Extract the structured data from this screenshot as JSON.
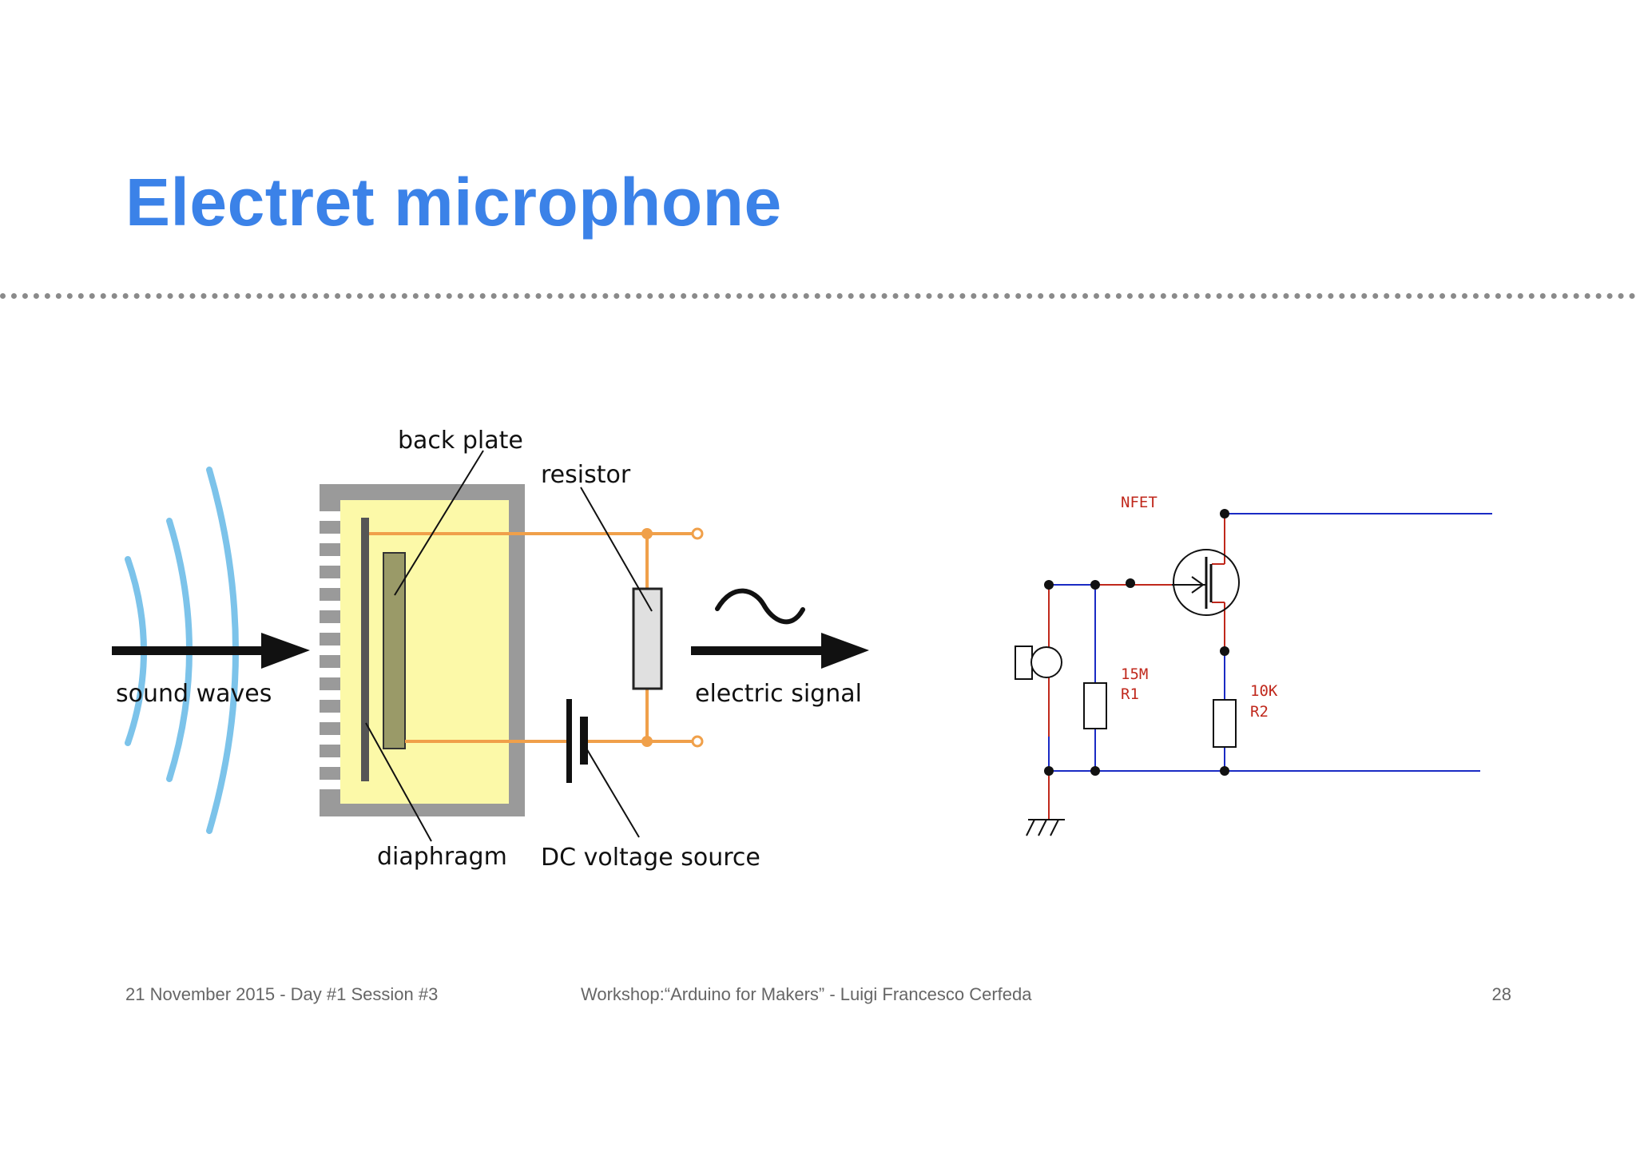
{
  "slide": {
    "title": "Electret microphone",
    "colors": {
      "title": "#3b82e8",
      "footer": "#666666",
      "wave": "#7cc3ea",
      "wire": "#f0a04a",
      "capsule_fill": "#fcf9a8",
      "circuit_wire_blue": "#1a2bc4",
      "circuit_wire_red": "#c0281c"
    }
  },
  "diagram": {
    "labels": {
      "back_plate": "back plate",
      "resistor": "resistor",
      "sound_waves": "sound waves",
      "electric_signal": "electric signal",
      "diaphragm": "diaphragm",
      "dc_source": "DC voltage source"
    },
    "signal_symbol": "~"
  },
  "circuit": {
    "labels": {
      "nfet": "NFET",
      "r1_value": "15M",
      "r1_name": "R1",
      "r2_value": "10K",
      "r2_name": "R2"
    }
  },
  "footer": {
    "left": "21 November 2015 - Day #1 Session #3",
    "center": "Workshop:“Arduino for Makers” - Luigi Francesco Cerfeda",
    "page_number": "28"
  }
}
